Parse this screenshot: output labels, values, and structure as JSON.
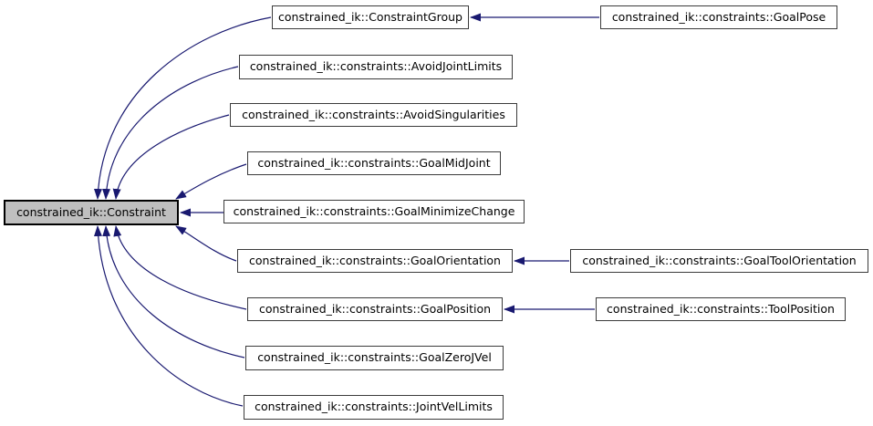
{
  "diagram": {
    "kind": "class-inheritance-graph",
    "nodes": [
      {
        "id": "constraint",
        "label": "constrained_ik::Constraint",
        "current": true
      },
      {
        "id": "constraint-group",
        "label": "constrained_ik::ConstraintGroup",
        "current": false
      },
      {
        "id": "avoid-joint-limits",
        "label": "constrained_ik::constraints::AvoidJointLimits",
        "current": false
      },
      {
        "id": "avoid-singularities",
        "label": "constrained_ik::constraints::AvoidSingularities",
        "current": false
      },
      {
        "id": "goal-mid-joint",
        "label": "constrained_ik::constraints::GoalMidJoint",
        "current": false
      },
      {
        "id": "goal-minimize-change",
        "label": "constrained_ik::constraints::GoalMinimizeChange",
        "current": false
      },
      {
        "id": "goal-orientation",
        "label": "constrained_ik::constraints::GoalOrientation",
        "current": false
      },
      {
        "id": "goal-position",
        "label": "constrained_ik::constraints::GoalPosition",
        "current": false
      },
      {
        "id": "goal-zero-jvel",
        "label": "constrained_ik::constraints::GoalZeroJVel",
        "current": false
      },
      {
        "id": "joint-vel-limits",
        "label": "constrained_ik::constraints::JointVelLimits",
        "current": false
      },
      {
        "id": "goal-pose",
        "label": "constrained_ik::constraints::GoalPose",
        "current": false
      },
      {
        "id": "goal-tool-orientation",
        "label": "constrained_ik::constraints::GoalToolOrientation",
        "current": false
      },
      {
        "id": "tool-position",
        "label": "constrained_ik::constraints::ToolPosition",
        "current": false
      }
    ],
    "edges": [
      {
        "from": "constrained_ik::ConstraintGroup",
        "to": "constrained_ik::Constraint"
      },
      {
        "from": "constrained_ik::constraints::AvoidJointLimits",
        "to": "constrained_ik::Constraint"
      },
      {
        "from": "constrained_ik::constraints::AvoidSingularities",
        "to": "constrained_ik::Constraint"
      },
      {
        "from": "constrained_ik::constraints::GoalMidJoint",
        "to": "constrained_ik::Constraint"
      },
      {
        "from": "constrained_ik::constraints::GoalMinimizeChange",
        "to": "constrained_ik::Constraint"
      },
      {
        "from": "constrained_ik::constraints::GoalOrientation",
        "to": "constrained_ik::Constraint"
      },
      {
        "from": "constrained_ik::constraints::GoalPosition",
        "to": "constrained_ik::Constraint"
      },
      {
        "from": "constrained_ik::constraints::GoalZeroJVel",
        "to": "constrained_ik::Constraint"
      },
      {
        "from": "constrained_ik::constraints::JointVelLimits",
        "to": "constrained_ik::Constraint"
      },
      {
        "from": "constrained_ik::constraints::GoalPose",
        "to": "constrained_ik::ConstraintGroup"
      },
      {
        "from": "constrained_ik::constraints::GoalToolOrientation",
        "to": "constrained_ik::constraints::GoalOrientation"
      },
      {
        "from": "constrained_ik::constraints::ToolPosition",
        "to": "constrained_ik::constraints::GoalPosition"
      }
    ]
  },
  "colors": {
    "edge": "#191970",
    "highlight_fill": "#bfbfbf",
    "highlight_border": "#000000",
    "node_fill": "#ffffff",
    "node_border": "#3b3b3b",
    "text": "#000000",
    "background": "#ffffff"
  }
}
